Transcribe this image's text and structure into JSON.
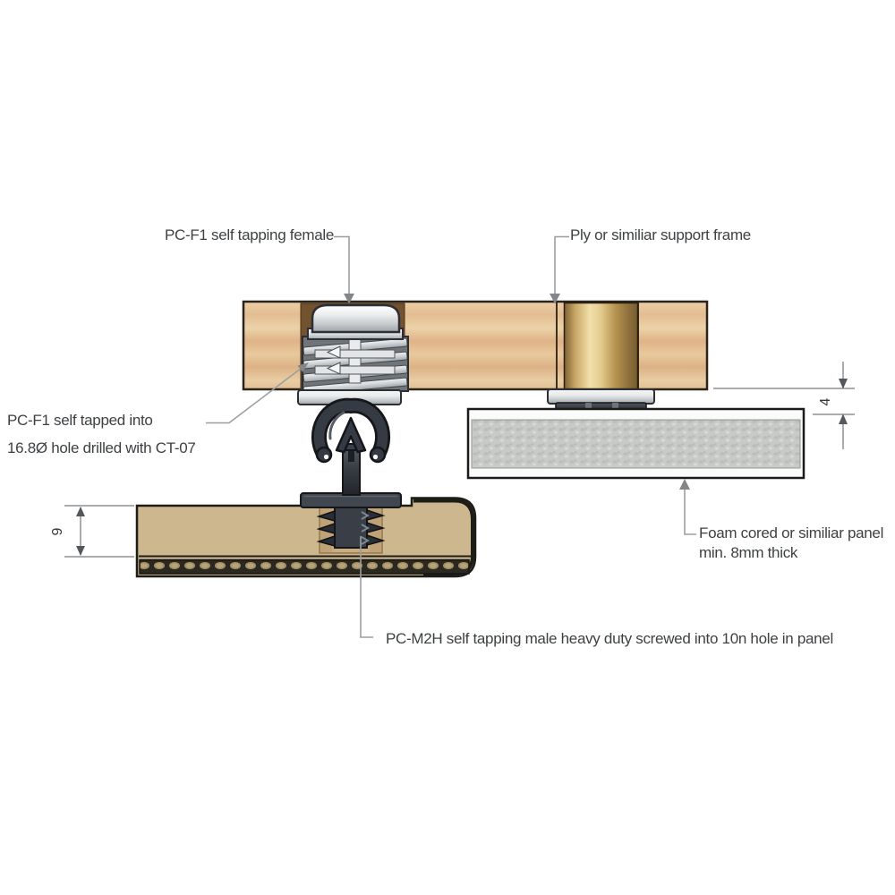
{
  "diagram": {
    "type": "technical-section-fastener-assembly",
    "labels": {
      "female_insert": "PC-F1 self tapping female",
      "support_frame": "Ply or similiar support frame",
      "tapped_into_line1": "PC-F1 self tapped into",
      "tapped_into_line2": "16.8Ø hole drilled with CT-07",
      "foam_panel_line1": "Foam cored or similiar panel",
      "foam_panel_line2": "min. 8mm thick",
      "male_fastener": "PC-M2H self tapping male heavy duty screwed into 10n hole in panel"
    },
    "dimensions": {
      "frame_offset": "4",
      "panel_thickness": "9"
    },
    "colors": {
      "background": "#ffffff",
      "wood": "#e6c59c",
      "brass": "#d9bc78",
      "metal_silver": "#dfe2e4",
      "fastener_dark": "#363b43",
      "panel_tan": "#cdb78e",
      "foam_gray": "#c9cbc8",
      "leader_gray": "#9c9ea0",
      "text": "#3e4143"
    }
  }
}
